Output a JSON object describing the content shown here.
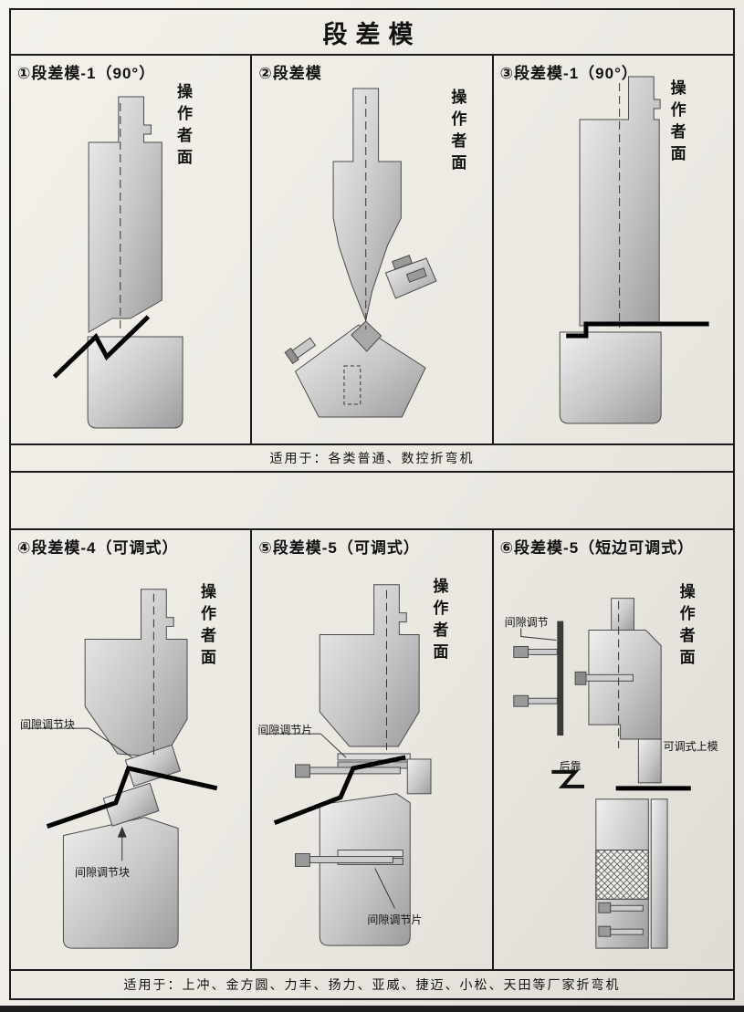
{
  "page": {
    "title": "段差模"
  },
  "top_section": {
    "caption": "适用于：各类普通、数控折弯机",
    "panels": [
      {
        "label": "①段差模-1（90°）",
        "operator_face": "操作者面"
      },
      {
        "label": "②段差模",
        "operator_face": "操作者面"
      },
      {
        "label": "③段差模-1（90°）",
        "operator_face": "操作者面"
      }
    ]
  },
  "bottom_section": {
    "caption": "适用于：上冲、金方圆、力丰、扬力、亚威、捷迈、小松、天田等厂家折弯机",
    "panels": [
      {
        "label": "④段差模-4（可调式）",
        "operator_face": "操作者面",
        "annotations": {
          "upper": "间隙调节块",
          "lower": "间隙调节块"
        }
      },
      {
        "label": "⑤段差模-5（可调式）",
        "operator_face": "操作者面",
        "annotations": {
          "upper": "间隙调节片",
          "lower": "间隙调节片"
        }
      },
      {
        "label": "⑥段差模-5（短边可调式）",
        "operator_face": "操作者面",
        "annotations": {
          "gap": "间隙调节",
          "upper_die": "可调式上模",
          "back_gauge": "后靠"
        }
      }
    ]
  },
  "colors": {
    "paper": "#efede6",
    "line": "#1b1b1b",
    "metal_light": "#ececec",
    "metal_dark": "#9e9e9e",
    "sheet_metal": "#000000"
  }
}
